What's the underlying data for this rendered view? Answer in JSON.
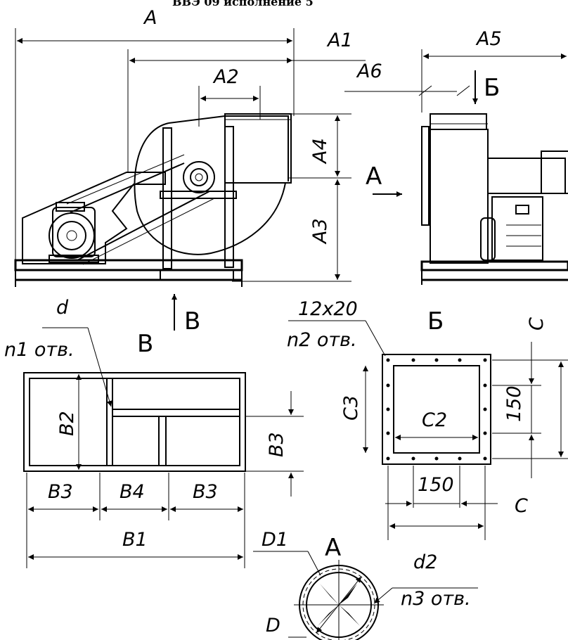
{
  "drawing": {
    "header": "ВВЭ 09 исполнение 5",
    "views": {
      "side_view": {
        "A": "A",
        "A1": "A1",
        "A2": "A2",
        "A3": "A3",
        "A4": "A4",
        "A6": "A6",
        "arrow_A": "А",
        "arrow_V": "В"
      },
      "front_view": {
        "A5": "A5",
        "arrow_B": "Б"
      },
      "view_V": {
        "title": "В",
        "d": "d",
        "n1": "n1 отв.",
        "B1": "B1",
        "B2": "B2",
        "B3_left": "B3",
        "B4": "B4",
        "B3_right": "B3",
        "B3_side": "B3"
      },
      "view_B": {
        "title": "Б",
        "hole": "12x20",
        "n2": "n2 отв.",
        "C": "C",
        "C2": "C2",
        "C3": "C3",
        "d150_v": "150",
        "d150_h": "150",
        "C_bottom": "C"
      },
      "view_A": {
        "title": "А",
        "D": "D",
        "D1": "D1",
        "d2": "d2",
        "n3": "n3 отв."
      }
    }
  }
}
